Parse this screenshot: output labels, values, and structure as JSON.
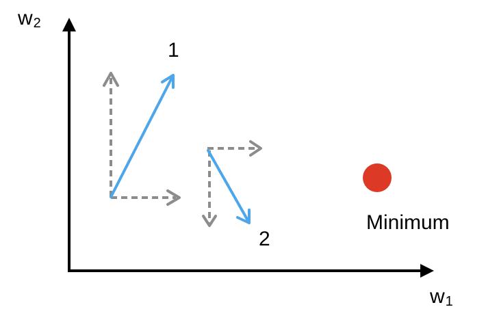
{
  "axes": {
    "x_label": "w",
    "x_subscript": "1",
    "y_label": "w",
    "y_subscript": "2"
  },
  "steps": [
    {
      "label": "1"
    },
    {
      "label": "2"
    }
  ],
  "minimum": {
    "label": "Minimum"
  },
  "colors": {
    "axis": "#000000",
    "gradient": "#4da6ea",
    "component": "#8c8c8c",
    "minimum": "#dc3a26"
  }
}
